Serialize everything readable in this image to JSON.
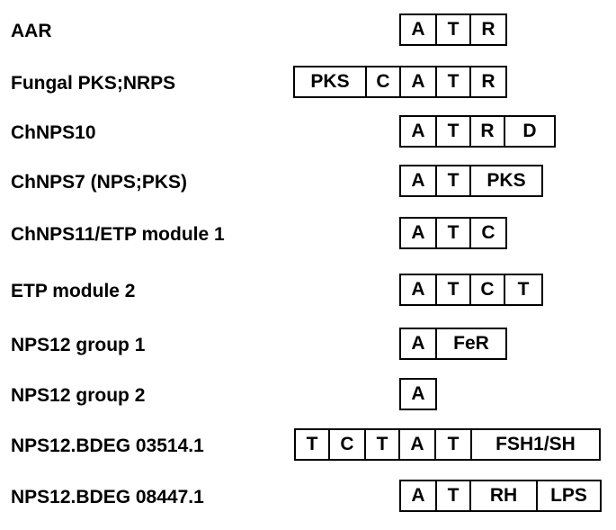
{
  "rows": [
    {
      "label": "AAR",
      "domains": [
        "A",
        "T",
        "R"
      ]
    },
    {
      "label": "Fungal PKS;NRPS",
      "domains": [
        "PKS",
        "C",
        "A",
        "T",
        "R"
      ]
    },
    {
      "label": "ChNPS10",
      "domains": [
        "A",
        "T",
        "R",
        "D"
      ]
    },
    {
      "label": "ChNPS7 (NPS;PKS)",
      "domains": [
        "A",
        "T",
        "PKS"
      ]
    },
    {
      "label": "ChNPS11/ETP module 1",
      "domains": [
        "A",
        "T",
        "C"
      ]
    },
    {
      "label": "ETP module 2",
      "domains": [
        "A",
        "T",
        "C",
        "T"
      ]
    },
    {
      "label": "NPS12 group 1",
      "domains": [
        "A",
        "FeR"
      ]
    },
    {
      "label": "NPS12 group 2",
      "domains": [
        "A"
      ]
    },
    {
      "label": "NPS12.BDEG 03514.1",
      "domains": [
        "T",
        "C",
        "T",
        "A",
        "T",
        "FSH1/SH"
      ]
    },
    {
      "label": "NPS12.BDEG 08447.1",
      "domains": [
        "A",
        "T",
        "RH",
        "LPS"
      ]
    }
  ]
}
